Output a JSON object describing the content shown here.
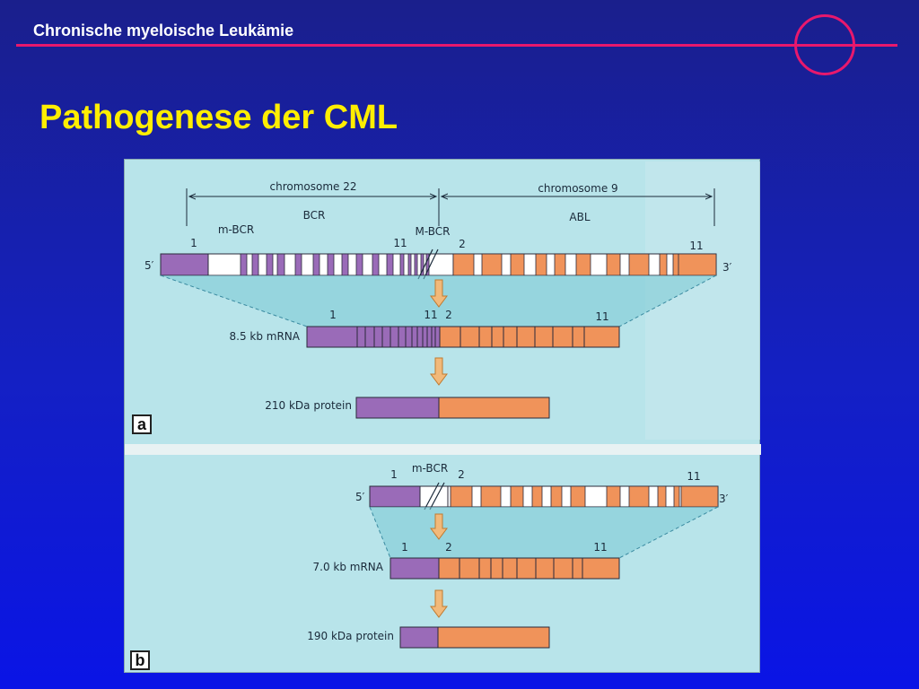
{
  "header": {
    "title": "Chronische myeloische Leukämie"
  },
  "slide": {
    "title": "Pathogenese der CML"
  },
  "colors": {
    "background": "#1420c4",
    "title_yellow": "#ffee00",
    "accent_pink": "#e8186d",
    "bcr_purple": "#9a6bb8",
    "abl_orange": "#f0935a",
    "panel_bg": "#b8e4ea"
  },
  "panel_a": {
    "label": "a",
    "chromosome22": "chromosome 22",
    "chromosome9": "chromosome 9",
    "bcr": "BCR",
    "abl": "ABL",
    "mbcr_minor": "m-BCR",
    "mbcr_major": "M-BCR",
    "five_prime": "5′",
    "three_prime": "3′",
    "exon_1": "1",
    "exon_11_bcr": "11",
    "exon_2": "2",
    "exon_11_abl": "11",
    "mrna_label": "8.5 kb mRNA",
    "mrna_exon_1": "1",
    "mrna_exon_11": "11",
    "mrna_exon_2": "2",
    "mrna_exon_11_end": "11",
    "protein_label": "210 kDa protein"
  },
  "panel_b": {
    "label": "b",
    "mbcr_minor": "m-BCR",
    "five_prime": "5′",
    "three_prime": "3′",
    "exon_1": "1",
    "exon_2": "2",
    "exon_11": "11",
    "mrna_label": "7.0 kb mRNA",
    "mrna_exon_1": "1",
    "mrna_exon_2": "2",
    "mrna_exon_11": "11",
    "protein_label": "190 kDa protein"
  }
}
